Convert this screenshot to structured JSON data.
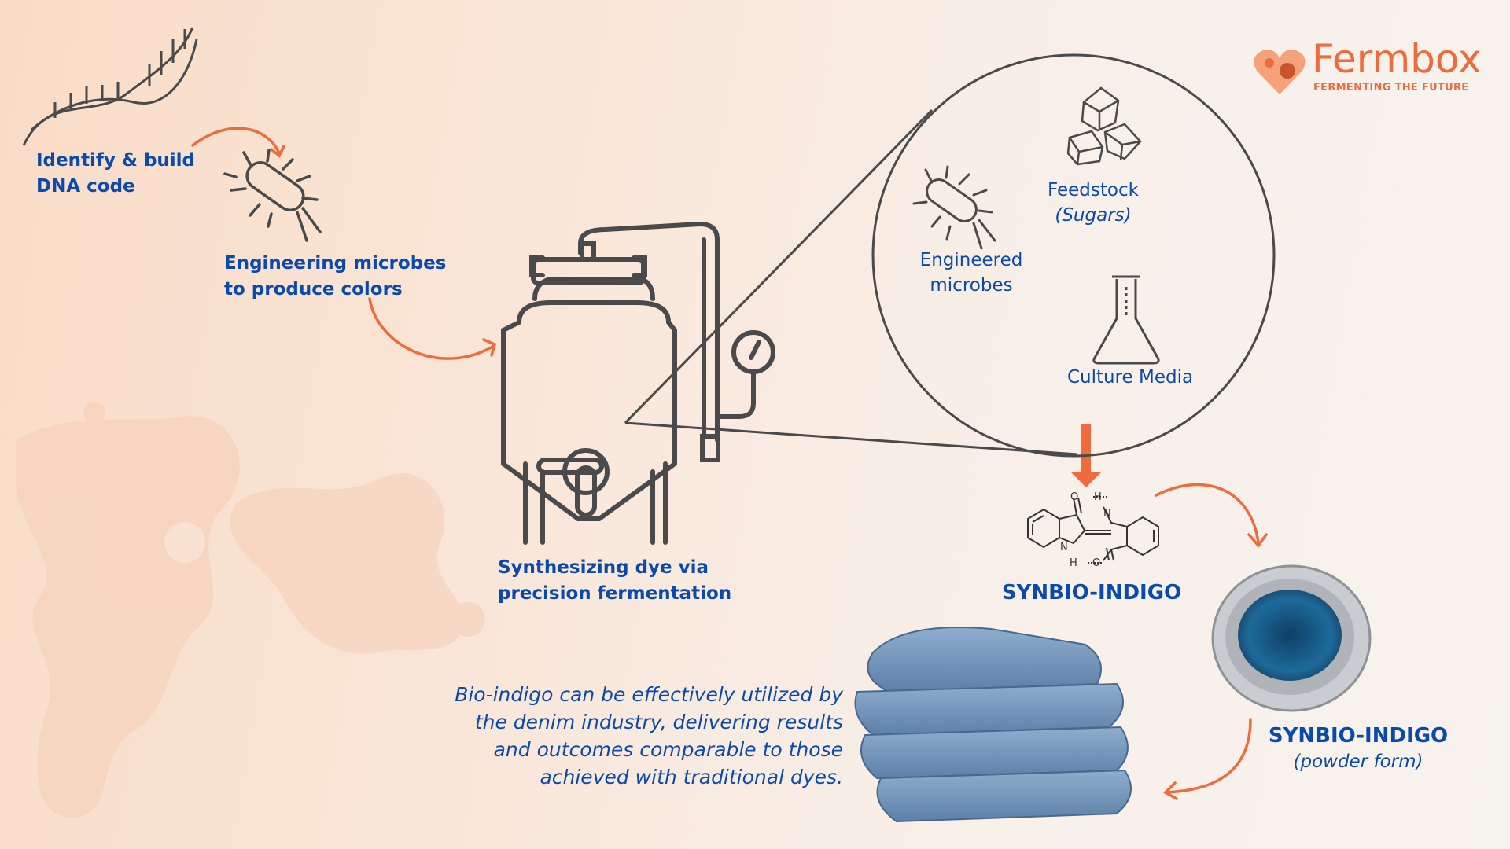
{
  "logo": {
    "name": "Fermbox",
    "tagline": "FERMENTING THE FUTURE"
  },
  "steps": {
    "dna": {
      "line1": "Identify & build",
      "line2": "DNA code"
    },
    "microbes": {
      "line1": "Engineering microbes",
      "line2": "to produce colors"
    },
    "fermentation": {
      "line1": "Synthesizing dye via",
      "line2": "precision fermentation"
    }
  },
  "inset": {
    "feedstock": {
      "line1": "Feedstock",
      "line2": "(Sugars)"
    },
    "engineered": {
      "line1": "Engineered",
      "line2": "microbes"
    },
    "culture": "Culture Media"
  },
  "molecule": {
    "name": "SYNBIO-INDIGO",
    "atoms": {
      "o": "O",
      "h": "H",
      "n": "N"
    }
  },
  "powder": {
    "name": "SYNBIO-INDIGO",
    "subtitle": "(powder form)"
  },
  "description": {
    "lines": [
      "Bio-indigo can be effectively utilized by",
      "the denim industry, delivering results",
      "and outcomes comparable to those",
      "achieved with traditional dyes."
    ]
  },
  "colors": {
    "accent": "#f06b3c",
    "text": "#0b4aad",
    "line": "#4a4a4a"
  }
}
